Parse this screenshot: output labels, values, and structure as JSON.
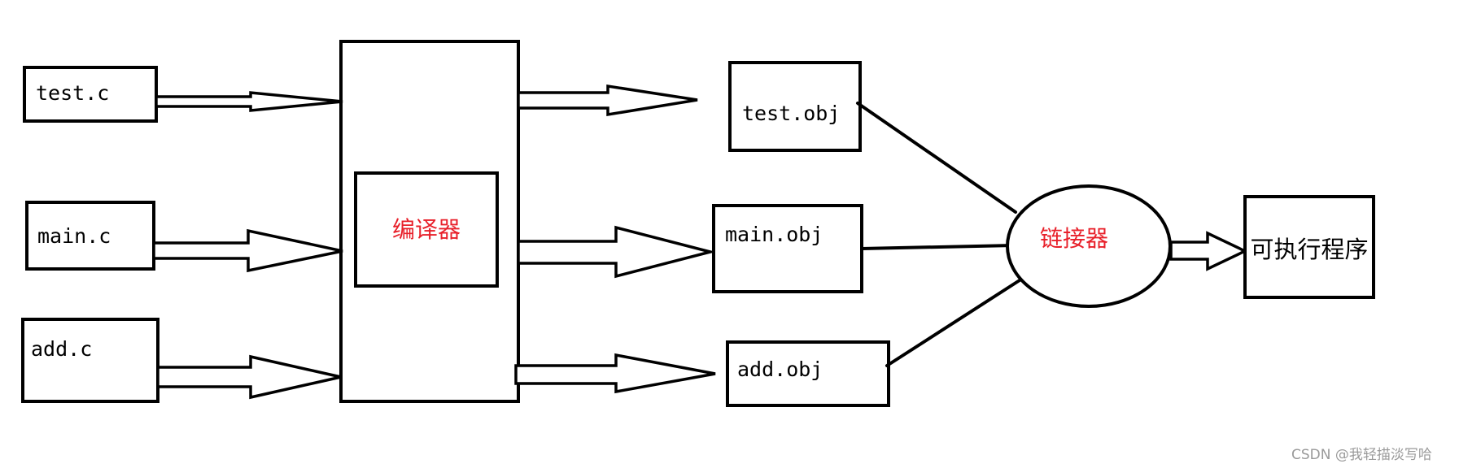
{
  "inputs": {
    "test_c": "test.c",
    "main_c": "main.c",
    "add_c": "add.c"
  },
  "compiler": {
    "label": "编译器"
  },
  "objects": {
    "test_obj": "test.obj",
    "main_obj": "main.obj",
    "add_obj": "add.obj"
  },
  "linker": {
    "label": "链接器"
  },
  "output": {
    "label": "可执行程序"
  },
  "watermark": "CSDN @我轻描淡写哈",
  "colors": {
    "stroke": "#000000",
    "highlight_text": "#e8202a",
    "watermark": "#9a9a9a",
    "background": "#ffffff"
  }
}
